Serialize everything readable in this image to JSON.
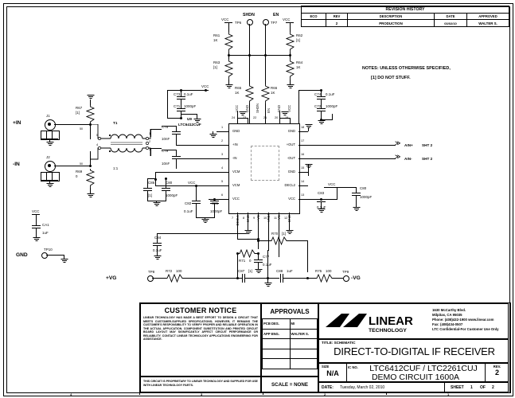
{
  "sheet": {
    "background": "#ffffff",
    "border_color": "#000000"
  },
  "revision_history": {
    "title": "REVISION HISTORY",
    "columns": [
      "ECO",
      "REV",
      "DESCRIPTION",
      "DATE",
      "APPROVED"
    ],
    "rows": [
      {
        "eco": "",
        "rev": "2",
        "description": "PRODUCTION",
        "date": "03/02/10",
        "approved": "WALTER S."
      }
    ]
  },
  "notes": {
    "line1": "NOTES: UNLESS OTHERWISE SPECIFIED,",
    "line2": "[1]   DO NOT STUFF."
  },
  "title_block": {
    "customer_notice": {
      "heading": "CUSTOMER NOTICE",
      "body": "LINEAR TECHNOLOGY HAS MADE A BEST EFFORT TO DESIGN A CIRCUIT THAT MEETS CUSTOMER-SUPPLIED SPECIFICATIONS; HOWEVER, IT REMAINS THE CUSTOMER'S RESPONSIBILITY TO VERIFY PROPER AND RELIABLE OPERATION IN THE ACTUAL APPLICATION.  COMPONENT SUBSTITUTION AND PRINTED CIRCUIT BOARD LAYOUT MAY SIGNIFICANTLY AFFECT CIRCUIT PERFORMANCE OR RELIABILITY.  CONTACT LINEAR TECHNOLOGY APPLICATIONS ENGINEERING FOR ASSISTANCE.",
      "proprietary": "THIS CIRCUIT IS PROPRIETARY TO LINEAR TECHNOLOGY AND SUPPLIED FOR USE WITH LINEAR TECHNOLOGY PARTS."
    },
    "approvals": {
      "heading": "APPROVALS",
      "rows": [
        {
          "role": "PCB DES.",
          "name": "MI"
        },
        {
          "role": "APP ENG.",
          "name": "WALTER S."
        },
        {
          "role": "",
          "name": ""
        },
        {
          "role": "",
          "name": ""
        },
        {
          "role": "",
          "name": ""
        }
      ],
      "scale": "SCALE = NONE"
    },
    "company": {
      "name": "LINEAR",
      "sub": "TECHNOLOGY",
      "address1": "1630 McCarthy Blvd.",
      "address2": "Milpitas, CA 95035",
      "address3": "Phone: (408)432-1900  www.linear.com",
      "address4": "Fax: (408)434-0507",
      "address5": "LTC Confidential-For Customer Use Only"
    },
    "title_label": "TITLE: SCHEMATIC",
    "title_main": "DIRECT-TO-DIGITAL IF RECEIVER",
    "size_label": "SIZE",
    "size_value": "N/A",
    "ic_label": "IC NO.",
    "ic_line1": "LTC6412CUF / LTC2261CUJ",
    "ic_line2": "DEMO CIRCUIT 1600A",
    "rev_label": "REV.",
    "rev_value": "2",
    "date_label": "DATE:",
    "date_value": "Tuesday, March 02, 2010",
    "sheet_label": "SHEET",
    "sheet_num": "1",
    "sheet_of": "OF",
    "sheet_total": "2"
  },
  "ic": {
    "designator": "U9",
    "part": "LTC6412CUF",
    "pins_left": [
      {
        "num": "1",
        "name": "GND"
      },
      {
        "num": "2",
        "name": "+IN"
      },
      {
        "num": "3",
        "name": "-IN"
      },
      {
        "num": "4",
        "name": "VCM"
      },
      {
        "num": "5",
        "name": "VCM"
      },
      {
        "num": "6",
        "name": "VCC"
      }
    ],
    "pins_right": [
      {
        "num": "18",
        "name": "GND"
      },
      {
        "num": "17",
        "name": "+OUT"
      },
      {
        "num": "16",
        "name": "-OUT"
      },
      {
        "num": "15",
        "name": "GND"
      },
      {
        "num": "14",
        "name": "DECL2"
      },
      {
        "num": "13",
        "name": "VCC"
      }
    ],
    "pins_top": [
      {
        "num": "24",
        "name": "VCC"
      },
      {
        "num": "23",
        "name": "GND"
      },
      {
        "num": "22",
        "name": "SHDN"
      },
      {
        "num": "21",
        "name": "EN"
      },
      {
        "num": "20",
        "name": "GND"
      },
      {
        "num": "19",
        "name": "VCC"
      }
    ],
    "pins_bottom": [
      {
        "num": "7",
        "name": "DECL1"
      },
      {
        "num": "8",
        "name": "GND"
      },
      {
        "num": "9",
        "name": "+VG"
      },
      {
        "num": "10",
        "name": "VREF"
      },
      {
        "num": "11",
        "name": "-VG"
      },
      {
        "num": "12",
        "name": "GND"
      }
    ]
  },
  "signals": {
    "shdn": "SHDN",
    "en": "EN",
    "vcc": "VCC",
    "gnd": "GND",
    "plus_in": "+IN",
    "minus_in": "-IN",
    "plus_vg": "+VG",
    "minus_vg": "-VG",
    "ain_plus": "AIN+",
    "ain_minus": "AIN-",
    "sht2": "SHT 2"
  },
  "components": {
    "connectors": [
      {
        "ref": "J1",
        "label": "+IN"
      },
      {
        "ref": "J2",
        "label": "-IN"
      }
    ],
    "testpoints": [
      {
        "ref": "TP6",
        "net": "SHDN"
      },
      {
        "ref": "TP7",
        "net": "EN"
      },
      {
        "ref": "TP8",
        "net": "+VG"
      },
      {
        "ref": "TP9",
        "net": "-VG"
      },
      {
        "ref": "TP10",
        "net": "GND"
      }
    ],
    "transformer": {
      "ref": "T1",
      "ratio": "1:1"
    },
    "resistors": [
      {
        "ref": "R61",
        "value": "1K"
      },
      {
        "ref": "R62",
        "value": "[1]"
      },
      {
        "ref": "R63",
        "value": "[1]"
      },
      {
        "ref": "R64",
        "value": "1K"
      },
      {
        "ref": "R65",
        "value": "1K"
      },
      {
        "ref": "R66",
        "value": "1K"
      },
      {
        "ref": "R67",
        "value": "[1]"
      },
      {
        "ref": "R69",
        "value": "0"
      },
      {
        "ref": "R70",
        "value": "[1]"
      },
      {
        "ref": "R71",
        "value": "0"
      },
      {
        "ref": "R72",
        "value": "100"
      },
      {
        "ref": "R75",
        "value": "100"
      }
    ],
    "capacitors": [
      {
        "ref": "C71",
        "value": "1000pF"
      },
      {
        "ref": "C72",
        "value": "1000pF"
      },
      {
        "ref": "C73",
        "value": "0.1uF"
      },
      {
        "ref": "C74",
        "value": "0.1uF"
      },
      {
        "ref": "C75",
        "value": "10nF"
      },
      {
        "ref": "C77",
        "value": "0.1uF"
      },
      {
        "ref": "C78",
        "value": "10nF"
      },
      {
        "ref": "C79",
        "value": "10nF"
      },
      {
        "ref": "C80",
        "value": "1000pF"
      },
      {
        "ref": "C81",
        "value": "1000pF"
      },
      {
        "ref": "C82",
        "value": "0.1uF"
      },
      {
        "ref": "C83",
        "value": "0.1uF"
      },
      {
        "ref": "C84",
        "value": "0.1uF"
      },
      {
        "ref": "C86",
        "value": "[1]"
      },
      {
        "ref": "C87",
        "value": "[1]"
      },
      {
        "ref": "C88",
        "value": "1uF"
      },
      {
        "ref": "CA1",
        "value": "1uF"
      }
    ]
  },
  "frame_zones": {
    "z4": "4",
    "z3": "3",
    "z2": "2",
    "z1": "1"
  }
}
